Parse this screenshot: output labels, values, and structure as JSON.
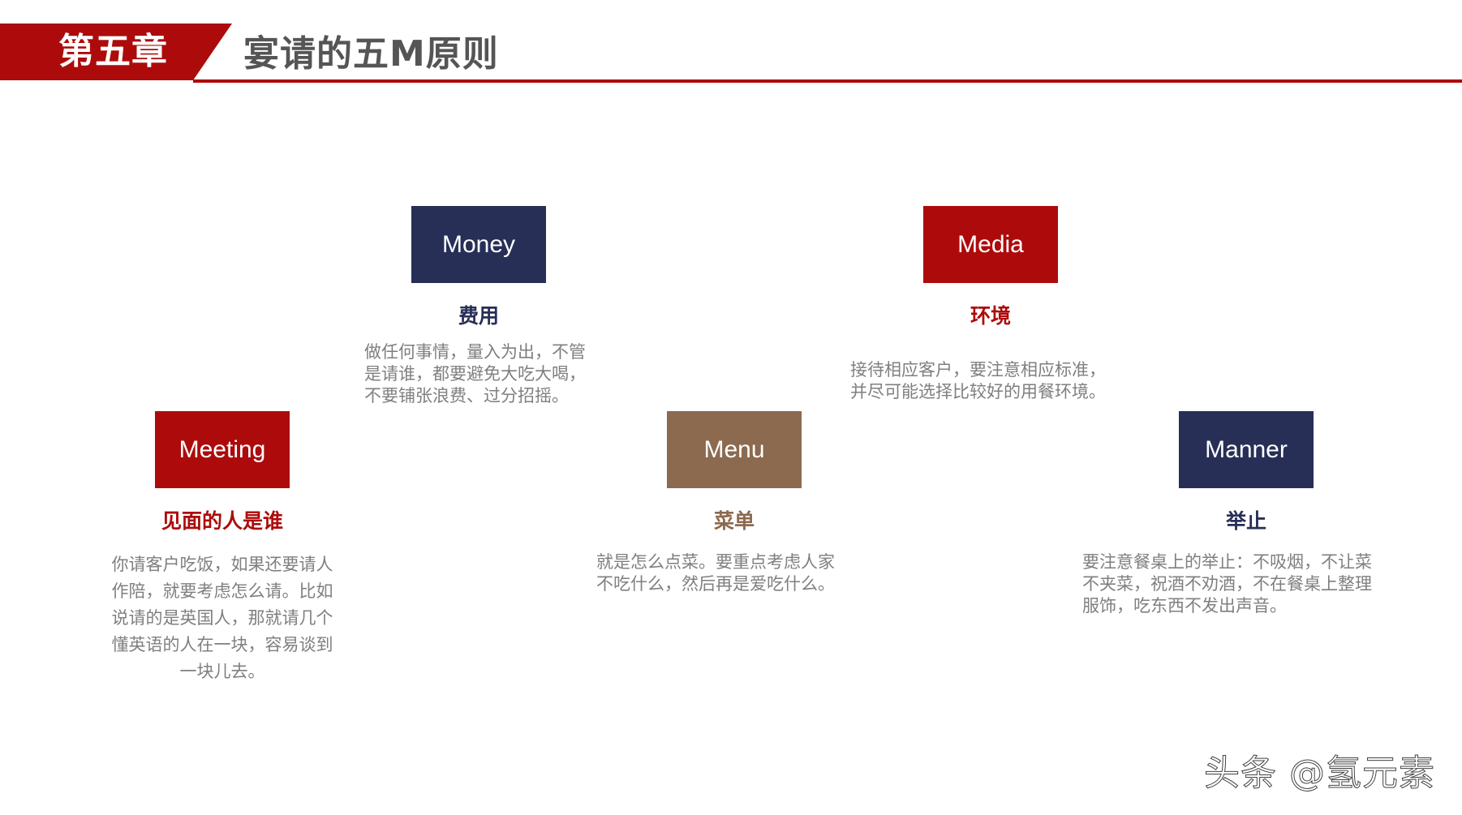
{
  "header": {
    "chapter_label": "第五章",
    "title": "宴请的五M原则"
  },
  "principles": {
    "money": {
      "tag": "Money",
      "heading": "费用",
      "desc_lines": [
        "做任何事情，量入为出，不管",
        "是请谁，都要避免大吃大喝，",
        "不要铺张浪费、过分招摇。"
      ]
    },
    "media": {
      "tag": "Media",
      "heading": "环境",
      "desc_lines": [
        "接待相应客户，要注意相应标准，",
        "并尽可能选择比较好的用餐环境。"
      ]
    },
    "meeting": {
      "tag": "Meeting",
      "heading": "见面的人是谁",
      "desc_lines": [
        "你请客户吃饭，如果还要请人",
        "作陪，就要考虑怎么请。比如",
        "说请的是英国人，那就请几个",
        "懂英语的人在一块，容易谈到",
        "一块儿去。"
      ]
    },
    "menu": {
      "tag": "Menu",
      "heading": "菜单",
      "desc_lines": [
        "就是怎么点菜。要重点考虑人家",
        "不吃什么，然后再是爱吃什么。"
      ]
    },
    "manner": {
      "tag": "Manner",
      "heading": "举止",
      "desc_lines": [
        "要注意餐桌上的举止：不吸烟，不让菜",
        "不夹菜，祝酒不劝酒，不在餐桌上整理",
        "服饰，吃东西不发出声音。"
      ]
    }
  },
  "watermark": {
    "text": "头条 @氢元素"
  },
  "colors": {
    "brand_red": "#ad0b0b",
    "navy": "#272f57",
    "brown": "#8c6a4f",
    "body_gray": "#7f7f7f",
    "title_gray": "#555555"
  }
}
